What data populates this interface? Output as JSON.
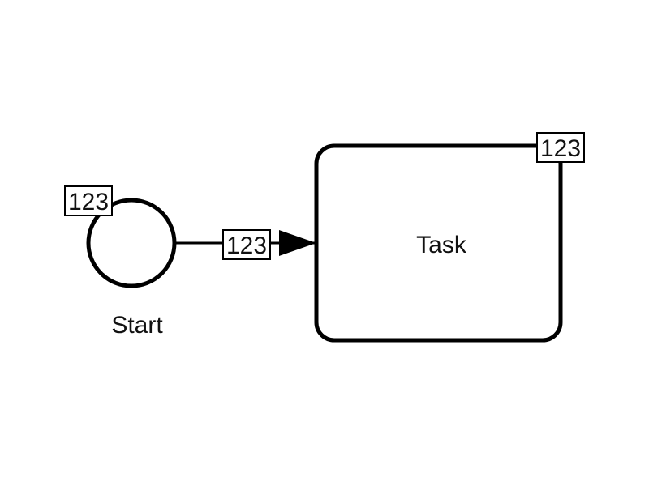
{
  "diagram": {
    "start_event": {
      "label": "Start",
      "badge": "123"
    },
    "sequence_flow": {
      "badge": "123"
    },
    "task": {
      "label": "Task",
      "badge": "123"
    }
  },
  "colors": {
    "stroke": "#000000",
    "fill": "#ffffff",
    "text": "#111111"
  }
}
